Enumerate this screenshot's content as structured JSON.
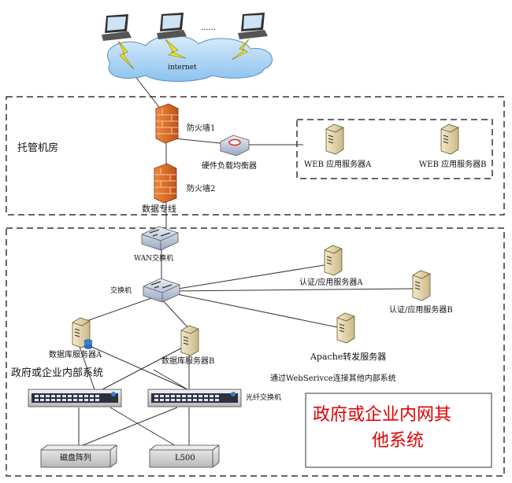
{
  "cloud": {
    "label": "internet",
    "dots": "......"
  },
  "zones": {
    "hosting": {
      "title": "托管机房"
    },
    "internal": {
      "title": "政府或企业内部系统"
    }
  },
  "devices": {
    "firewall1": "防火墙1",
    "firewall2": "防火墙2",
    "dedicated_line": "数据专线",
    "load_balancer": "硬件负载均衡器",
    "web_a": "WEB 应用服务器A",
    "web_b": "WEB 应用服务器B",
    "wan_switch": "WAN交换机",
    "core_switch": "交换机",
    "auth_a": "认证/应用服务器A",
    "auth_b": "认证/应用服务器B",
    "db_a": "数据库服务器A",
    "db_b": "数据库服务器B",
    "apache": "Apache转发服务器",
    "webservice_note": "通过WebSerivce连接其他内部系统",
    "fiber_switch": "光纤交换机",
    "disk_array": "磁盘阵列",
    "l500": "L500"
  },
  "external_box": {
    "text_line1": "政府或企业内网其",
    "text_line2": "他系统",
    "color": "#e00000"
  }
}
